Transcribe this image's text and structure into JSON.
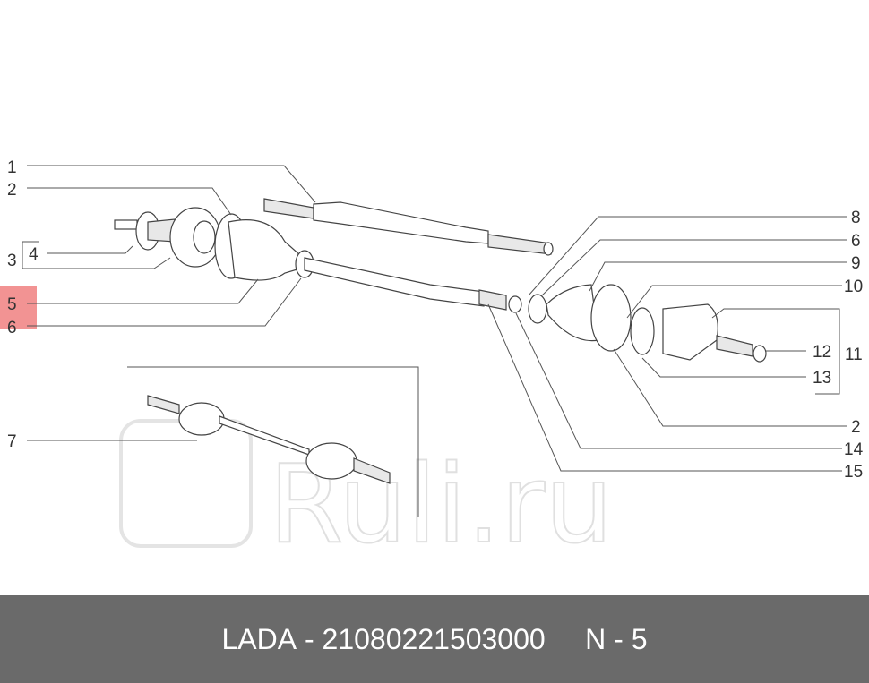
{
  "diagram": {
    "callouts_left": [
      "1",
      "2",
      "3",
      "4",
      "5",
      "6",
      "7"
    ],
    "callouts_right": [
      "8",
      "6",
      "9",
      "10",
      "11",
      "12",
      "13",
      "2",
      "14",
      "15"
    ],
    "highlighted_callout": "5",
    "highlight_color": "#f08080",
    "watermark": "Ruli.ru"
  },
  "footer": {
    "brand": "LADA",
    "part_number": "21080221503000",
    "position": "N - 5",
    "background": "#6a6a6a"
  }
}
